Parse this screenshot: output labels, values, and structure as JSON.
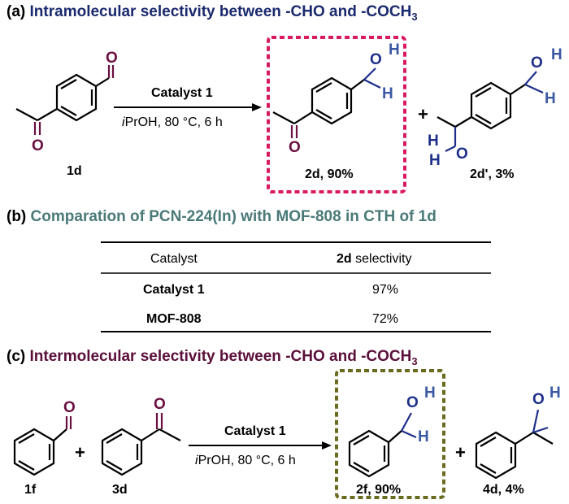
{
  "colors": {
    "header_a": "#1b2a6e",
    "header_b": "#4a7a78",
    "header_c": "#5a0f3a",
    "oxygen_dark": "#6a0f40",
    "hydrogen_blue": "#3b59a3",
    "bond_blue": "#1e2f8a",
    "box_pink": "#d81b60",
    "box_olive": "#6b6b1f"
  },
  "section_a": {
    "tag": "(a)",
    "title": "Intramolecular selectivity between -CHO and -COCH",
    "title_sub": "3",
    "reactant_label": "1d",
    "catalyst": "Catalyst 1",
    "conditions_italic": "i",
    "conditions": "PrOH, 80 °C, 6 h",
    "product1_label": "2d, 90%",
    "product2_label": "2d', 3%",
    "plus": "+"
  },
  "section_b": {
    "tag": "(b)",
    "title": "Comparation of PCN-224(In) with MOF-808 in CTH of 1d",
    "table": {
      "col1_header": "Catalyst",
      "col2_header_bold": "2d",
      "col2_header_rest": " selectivity",
      "rows": [
        {
          "catalyst": "Catalyst 1",
          "selectivity": "97%"
        },
        {
          "catalyst": "MOF-808",
          "selectivity": "72%"
        }
      ]
    }
  },
  "section_c": {
    "tag": "(c)",
    "title": "Intermolecular selectivity between -CHO and -COCH",
    "title_sub": "3",
    "reactant1_label": "1f",
    "reactant2_label": "3d",
    "catalyst": "Catalyst 1",
    "conditions_italic": "i",
    "conditions": "PrOH, 80 °C, 6 h",
    "product1_label": "2f, 90%",
    "product2_label": "4d, 4%",
    "plus": "+"
  },
  "atoms": {
    "O": "O",
    "H": "H"
  }
}
